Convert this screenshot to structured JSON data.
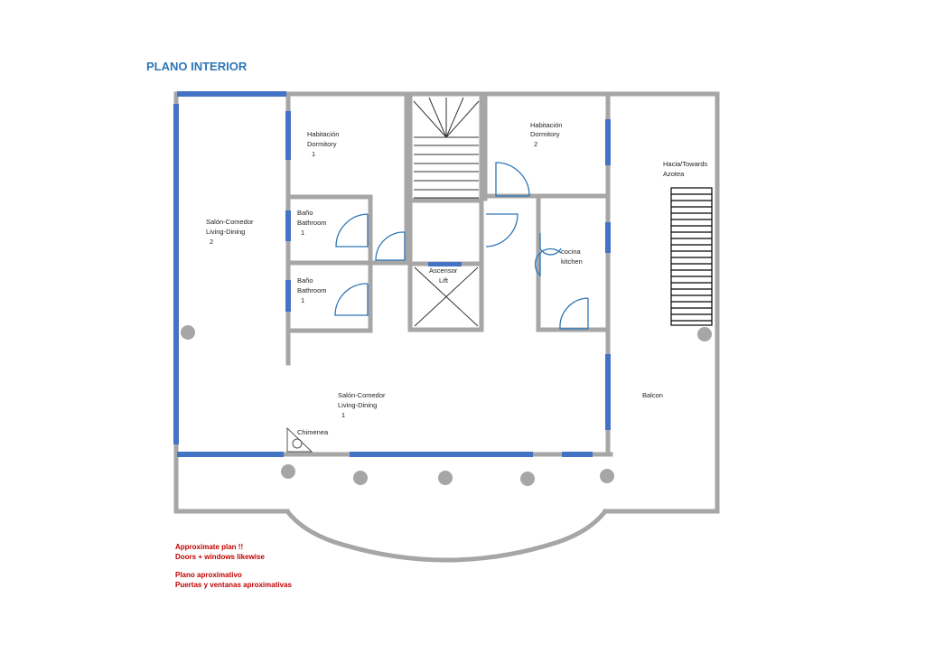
{
  "title": "PLANO INTERIOR",
  "rooms": {
    "dorm1": [
      "Habitación",
      "Dormitory",
      "1"
    ],
    "dorm2": [
      "Habitación",
      "Dormitory",
      "2"
    ],
    "living2": [
      "Salón-Comedor",
      "Living-Dining",
      "2"
    ],
    "bath1": [
      "Baño",
      "Bathroom",
      "1"
    ],
    "bath2": [
      "Baño",
      "Bathroom",
      "1"
    ],
    "lift": [
      "Ascensor",
      "Lift"
    ],
    "kitchen": [
      "cocina",
      "kitchen"
    ],
    "terrace": [
      "Hacia/Towards",
      "Azotea"
    ],
    "living1": [
      "Salón-Comedor",
      "Living-Dining",
      "1"
    ],
    "balcony": [
      "Balcon"
    ],
    "fireplace": [
      "Chimenea"
    ]
  },
  "notes": {
    "en_line1": "Approximate plan !!",
    "en_line2": "Doors + windows likewise",
    "es_line1": "Plano aproximativo",
    "es_line2": "Puertas y ventanas aproximativas"
  },
  "colors": {
    "wall": "#a6a6a6",
    "window": "#4472c4",
    "door": "#2e75b6",
    "title": "#2e75b6",
    "note": "#c00000"
  }
}
